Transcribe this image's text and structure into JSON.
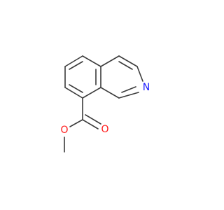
{
  "molecule": {
    "atom_labels": {
      "nitrogen": "N",
      "carbonyl_oxygen": "O",
      "ester_oxygen": "O"
    },
    "colors": {
      "bond": "#3b3b3b",
      "nitrogen": "#1a1aff",
      "oxygen": "#ff1a1a",
      "background": "#ffffff"
    }
  }
}
